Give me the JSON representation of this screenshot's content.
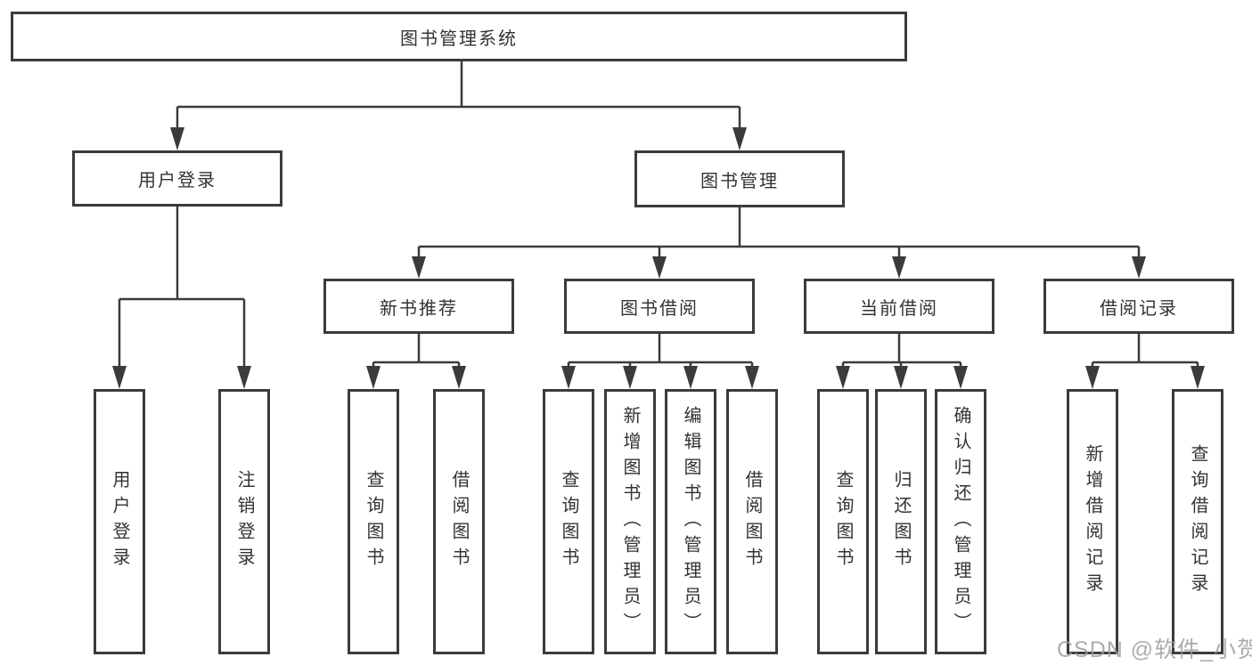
{
  "tree": {
    "root": {
      "label": "图书管理系统"
    },
    "branches": [
      {
        "label": "用户登录",
        "children": [
          {
            "label": "用户登录"
          },
          {
            "label": "注销登录"
          }
        ]
      },
      {
        "label": "图书管理",
        "children": [
          {
            "label": "新书推荐",
            "children": [
              {
                "label": "查询图书"
              },
              {
                "label": "借阅图书"
              }
            ]
          },
          {
            "label": "图书借阅",
            "children": [
              {
                "label": "查询图书"
              },
              {
                "label": "新增图书（管理员）"
              },
              {
                "label": "编辑图书（管理员）"
              },
              {
                "label": "借阅图书"
              }
            ]
          },
          {
            "label": "当前借阅",
            "children": [
              {
                "label": "查询图书"
              },
              {
                "label": "归还图书"
              },
              {
                "label": "确认归还（管理员）"
              }
            ]
          },
          {
            "label": "借阅记录",
            "children": [
              {
                "label": "新增借阅记录"
              },
              {
                "label": "查询借阅记录"
              }
            ]
          }
        ]
      }
    ]
  },
  "watermark": "CSDN @软件_小贺同学",
  "colors": {
    "line": "#3b3b3b",
    "box_border": "#3b3b3b",
    "box_background": "#ffffff",
    "text": "#333333",
    "watermark": "#9e9e9e",
    "page_background": "#ffffff"
  }
}
